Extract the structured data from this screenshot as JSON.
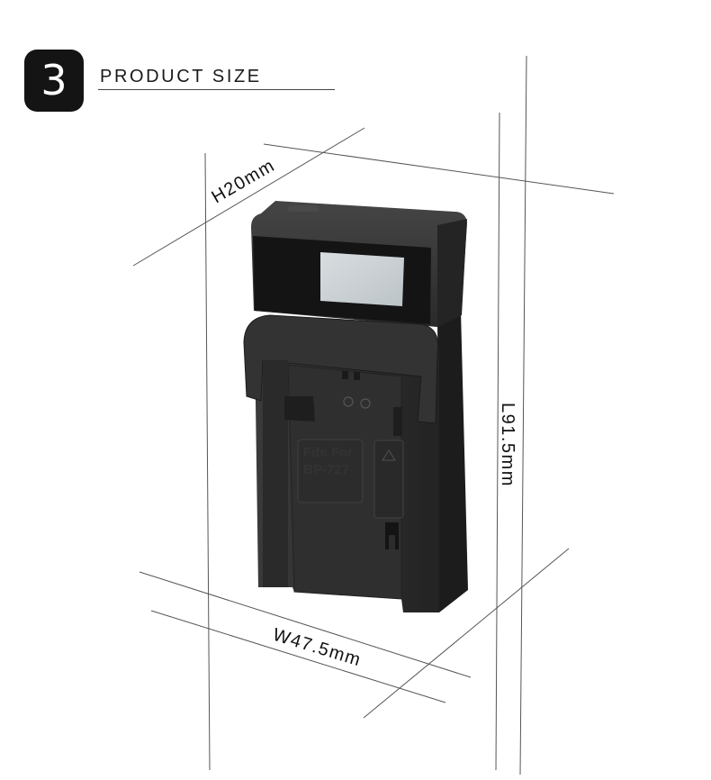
{
  "header": {
    "step_number": "3",
    "title": "PRODUCT SIZE"
  },
  "dimensions": {
    "height_label": "H20mm",
    "length_label": "L91.5mm",
    "width_label": "W47.5mm"
  },
  "product": {
    "label_line1": "Fits For",
    "label_line2": "BP-727"
  },
  "colors": {
    "body": "#2b2b2b",
    "lcd": "#cdd3d6",
    "guide_lines": "#555555",
    "badge": "#141414"
  }
}
